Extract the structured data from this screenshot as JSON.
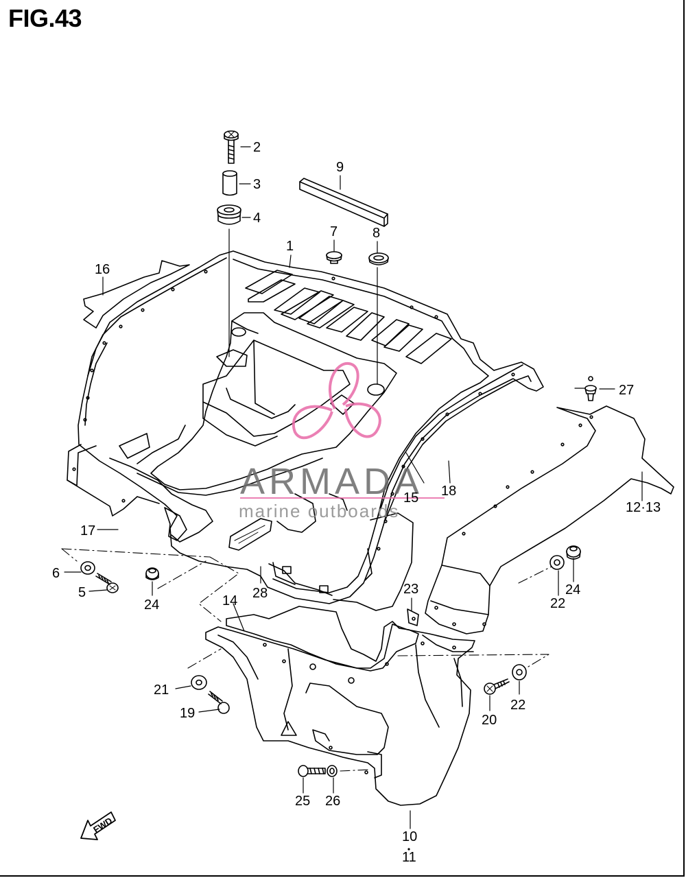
{
  "figure": {
    "title": "FIG.43"
  },
  "callouts": [
    {
      "id": "c1",
      "label": "1"
    },
    {
      "id": "c2",
      "label": "2"
    },
    {
      "id": "c3",
      "label": "3"
    },
    {
      "id": "c4",
      "label": "4"
    },
    {
      "id": "c5",
      "label": "5"
    },
    {
      "id": "c6",
      "label": "6"
    },
    {
      "id": "c7",
      "label": "7"
    },
    {
      "id": "c8",
      "label": "8"
    },
    {
      "id": "c9",
      "label": "9"
    },
    {
      "id": "c10",
      "label": "10"
    },
    {
      "id": "c11",
      "label": "11"
    },
    {
      "id": "c1213",
      "label": "12·13"
    },
    {
      "id": "c14",
      "label": "14"
    },
    {
      "id": "c15",
      "label": "15"
    },
    {
      "id": "c16",
      "label": "16"
    },
    {
      "id": "c17",
      "label": "17"
    },
    {
      "id": "c18",
      "label": "18"
    },
    {
      "id": "c19",
      "label": "19"
    },
    {
      "id": "c20",
      "label": "20"
    },
    {
      "id": "c21",
      "label": "21"
    },
    {
      "id": "c22a",
      "label": "22"
    },
    {
      "id": "c22b",
      "label": "22"
    },
    {
      "id": "c23",
      "label": "23"
    },
    {
      "id": "c24a",
      "label": "24"
    },
    {
      "id": "c24b",
      "label": "24"
    },
    {
      "id": "c25",
      "label": "25"
    },
    {
      "id": "c26",
      "label": "26"
    },
    {
      "id": "c27",
      "label": "27"
    },
    {
      "id": "c28",
      "label": "28"
    }
  ],
  "watermark": {
    "brand": "ARMADA",
    "tagline": "marine outboards",
    "accent_color": "#e86aa8"
  },
  "fwd_label": "FWD",
  "colors": {
    "line": "#000000",
    "background": "#ffffff"
  }
}
